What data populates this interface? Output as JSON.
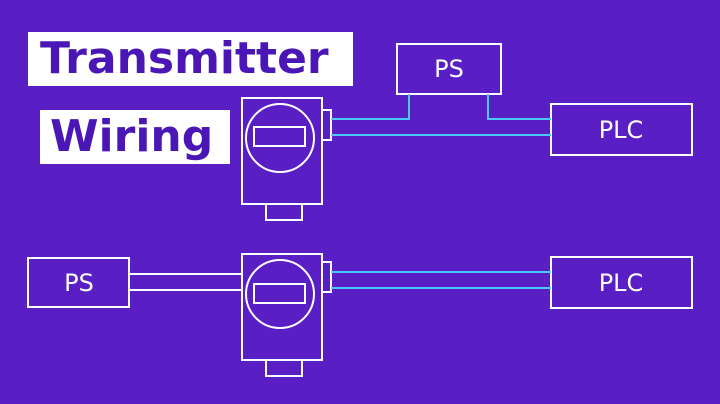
{
  "title": {
    "line1": "Transmitter",
    "line2": "Wiring"
  },
  "top_circuit": {
    "power_supply": "PS",
    "controller": "PLC"
  },
  "bottom_circuit": {
    "power_supply": "PS",
    "controller": "PLC"
  },
  "colors": {
    "background": "#5a1fc4",
    "outline": "#ffffff",
    "signal_wire": "#4ec9ff",
    "title_text": "#4b16b6"
  }
}
